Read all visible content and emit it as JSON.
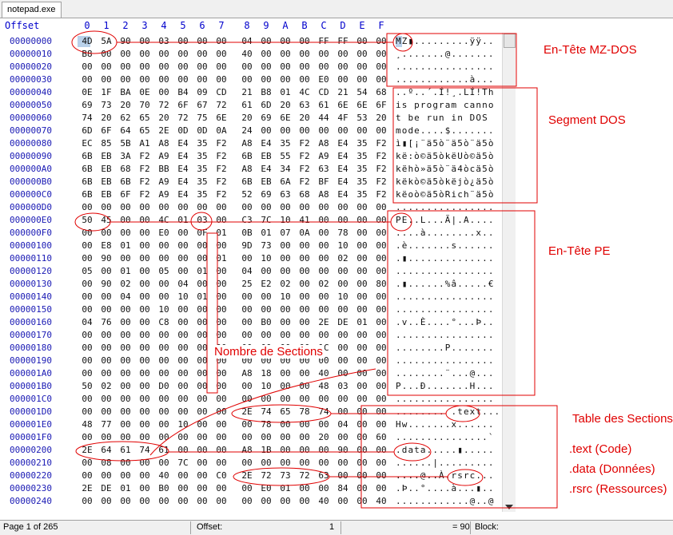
{
  "tab": {
    "title": "notepad.exe"
  },
  "header": {
    "offset_label": "Offset",
    "columns": [
      "0",
      "1",
      "2",
      "3",
      "4",
      "5",
      "6",
      "7",
      "8",
      "9",
      "A",
      "B",
      "C",
      "D",
      "E",
      "F"
    ]
  },
  "rows": [
    {
      "offset": "00000000",
      "hex": [
        "4D",
        "5A",
        "90",
        "00",
        "03",
        "00",
        "00",
        "00",
        "04",
        "00",
        "00",
        "00",
        "FF",
        "FF",
        "00",
        "00"
      ],
      "ascii": "MZ▮.........ÿÿ.."
    },
    {
      "offset": "00000010",
      "hex": [
        "B8",
        "00",
        "00",
        "00",
        "00",
        "00",
        "00",
        "00",
        "40",
        "00",
        "00",
        "00",
        "00",
        "00",
        "00",
        "00"
      ],
      "ascii": "¸.......@......."
    },
    {
      "offset": "00000020",
      "hex": [
        "00",
        "00",
        "00",
        "00",
        "00",
        "00",
        "00",
        "00",
        "00",
        "00",
        "00",
        "00",
        "00",
        "00",
        "00",
        "00"
      ],
      "ascii": "................"
    },
    {
      "offset": "00000030",
      "hex": [
        "00",
        "00",
        "00",
        "00",
        "00",
        "00",
        "00",
        "00",
        "00",
        "00",
        "00",
        "00",
        "E0",
        "00",
        "00",
        "00"
      ],
      "ascii": "............à..."
    },
    {
      "offset": "00000040",
      "hex": [
        "0E",
        "1F",
        "BA",
        "0E",
        "00",
        "B4",
        "09",
        "CD",
        "21",
        "B8",
        "01",
        "4C",
        "CD",
        "21",
        "54",
        "68"
      ],
      "ascii": "..º..´.Í!¸.LÍ!Th"
    },
    {
      "offset": "00000050",
      "hex": [
        "69",
        "73",
        "20",
        "70",
        "72",
        "6F",
        "67",
        "72",
        "61",
        "6D",
        "20",
        "63",
        "61",
        "6E",
        "6E",
        "6F"
      ],
      "ascii": "is program canno"
    },
    {
      "offset": "00000060",
      "hex": [
        "74",
        "20",
        "62",
        "65",
        "20",
        "72",
        "75",
        "6E",
        "20",
        "69",
        "6E",
        "20",
        "44",
        "4F",
        "53",
        "20"
      ],
      "ascii": "t be run in DOS "
    },
    {
      "offset": "00000070",
      "hex": [
        "6D",
        "6F",
        "64",
        "65",
        "2E",
        "0D",
        "0D",
        "0A",
        "24",
        "00",
        "00",
        "00",
        "00",
        "00",
        "00",
        "00"
      ],
      "ascii": "mode....$......."
    },
    {
      "offset": "00000080",
      "hex": [
        "EC",
        "85",
        "5B",
        "A1",
        "A8",
        "E4",
        "35",
        "F2",
        "A8",
        "E4",
        "35",
        "F2",
        "A8",
        "E4",
        "35",
        "F2"
      ],
      "ascii": "ì▮[¡¨ä5ò¨ä5ò¨ä5ò"
    },
    {
      "offset": "00000090",
      "hex": [
        "6B",
        "EB",
        "3A",
        "F2",
        "A9",
        "E4",
        "35",
        "F2",
        "6B",
        "EB",
        "55",
        "F2",
        "A9",
        "E4",
        "35",
        "F2"
      ],
      "ascii": "kë:ò©ä5òkëUò©ä5ò"
    },
    {
      "offset": "000000A0",
      "hex": [
        "6B",
        "EB",
        "68",
        "F2",
        "BB",
        "E4",
        "35",
        "F2",
        "A8",
        "E4",
        "34",
        "F2",
        "63",
        "E4",
        "35",
        "F2"
      ],
      "ascii": "këhò»ä5ò¨ä4òcä5ò"
    },
    {
      "offset": "000000B0",
      "hex": [
        "6B",
        "EB",
        "6B",
        "F2",
        "A9",
        "E4",
        "35",
        "F2",
        "6B",
        "EB",
        "6A",
        "F2",
        "BF",
        "E4",
        "35",
        "F2"
      ],
      "ascii": "këkò©ä5òkëjò¿ä5ò"
    },
    {
      "offset": "000000C0",
      "hex": [
        "6B",
        "EB",
        "6F",
        "F2",
        "A9",
        "E4",
        "35",
        "F2",
        "52",
        "69",
        "63",
        "68",
        "A8",
        "E4",
        "35",
        "F2"
      ],
      "ascii": "këoò©ä5òRich¨ä5ò"
    },
    {
      "offset": "000000D0",
      "hex": [
        "00",
        "00",
        "00",
        "00",
        "00",
        "00",
        "00",
        "00",
        "00",
        "00",
        "00",
        "00",
        "00",
        "00",
        "00",
        "00"
      ],
      "ascii": "................"
    },
    {
      "offset": "000000E0",
      "hex": [
        "50",
        "45",
        "00",
        "00",
        "4C",
        "01",
        "03",
        "00",
        "C3",
        "7C",
        "10",
        "41",
        "00",
        "00",
        "00",
        "00"
      ],
      "ascii": "PE..L...Ã|.A...."
    },
    {
      "offset": "000000F0",
      "hex": [
        "00",
        "00",
        "00",
        "00",
        "E0",
        "00",
        "0F",
        "01",
        "0B",
        "01",
        "07",
        "0A",
        "00",
        "78",
        "00",
        "00"
      ],
      "ascii": "....à........x.."
    },
    {
      "offset": "00000100",
      "hex": [
        "00",
        "E8",
        "01",
        "00",
        "00",
        "00",
        "00",
        "00",
        "9D",
        "73",
        "00",
        "00",
        "00",
        "10",
        "00",
        "00"
      ],
      "ascii": ".è.......s......"
    },
    {
      "offset": "00000110",
      "hex": [
        "00",
        "90",
        "00",
        "00",
        "00",
        "00",
        "00",
        "01",
        "00",
        "10",
        "00",
        "00",
        "00",
        "02",
        "00",
        "00"
      ],
      "ascii": ".▮.............."
    },
    {
      "offset": "00000120",
      "hex": [
        "05",
        "00",
        "01",
        "00",
        "05",
        "00",
        "01",
        "00",
        "04",
        "00",
        "00",
        "00",
        "00",
        "00",
        "00",
        "00"
      ],
      "ascii": "................"
    },
    {
      "offset": "00000130",
      "hex": [
        "00",
        "90",
        "02",
        "00",
        "00",
        "04",
        "00",
        "00",
        "25",
        "E2",
        "02",
        "00",
        "02",
        "00",
        "00",
        "80"
      ],
      "ascii": ".▮......%â.....€"
    },
    {
      "offset": "00000140",
      "hex": [
        "00",
        "00",
        "04",
        "00",
        "00",
        "10",
        "01",
        "00",
        "00",
        "00",
        "10",
        "00",
        "00",
        "10",
        "00",
        "00"
      ],
      "ascii": "................"
    },
    {
      "offset": "00000150",
      "hex": [
        "00",
        "00",
        "00",
        "00",
        "10",
        "00",
        "00",
        "00",
        "00",
        "00",
        "00",
        "00",
        "00",
        "00",
        "00",
        "00"
      ],
      "ascii": "................"
    },
    {
      "offset": "00000160",
      "hex": [
        "04",
        "76",
        "00",
        "00",
        "C8",
        "00",
        "00",
        "00",
        "00",
        "B0",
        "00",
        "00",
        "2E",
        "DE",
        "01",
        "00"
      ],
      "ascii": ".v..È....°...Þ.."
    },
    {
      "offset": "00000170",
      "hex": [
        "00",
        "00",
        "00",
        "00",
        "00",
        "00",
        "00",
        "00",
        "00",
        "00",
        "00",
        "00",
        "00",
        "00",
        "00",
        "00"
      ],
      "ascii": "................"
    },
    {
      "offset": "00000180",
      "hex": [
        "00",
        "00",
        "00",
        "00",
        "00",
        "00",
        "00",
        "00",
        "00",
        "00",
        "00",
        "00",
        "1C",
        "00",
        "00",
        "00"
      ],
      "ascii": "........P......."
    },
    {
      "offset": "00000190",
      "hex": [
        "00",
        "00",
        "00",
        "00",
        "00",
        "00",
        "00",
        "00",
        "00",
        "00",
        "00",
        "00",
        "00",
        "00",
        "00",
        "00"
      ],
      "ascii": "................"
    },
    {
      "offset": "000001A0",
      "hex": [
        "00",
        "00",
        "00",
        "00",
        "00",
        "00",
        "00",
        "00",
        "A8",
        "18",
        "00",
        "00",
        "40",
        "00",
        "00",
        "00"
      ],
      "ascii": "........¨...@..."
    },
    {
      "offset": "000001B0",
      "hex": [
        "50",
        "02",
        "00",
        "00",
        "D0",
        "00",
        "00",
        "00",
        "00",
        "10",
        "00",
        "00",
        "48",
        "03",
        "00",
        "00"
      ],
      "ascii": "P...Ð.......H..."
    },
    {
      "offset": "000001C0",
      "hex": [
        "00",
        "00",
        "00",
        "00",
        "00",
        "00",
        "00",
        "00",
        "00",
        "00",
        "00",
        "00",
        "00",
        "00",
        "00",
        "00"
      ],
      "ascii": "................"
    },
    {
      "offset": "000001D0",
      "hex": [
        "00",
        "00",
        "00",
        "00",
        "00",
        "00",
        "00",
        "00",
        "2E",
        "74",
        "65",
        "78",
        "74",
        "00",
        "00",
        "00"
      ],
      "ascii": "........ .text..."
    },
    {
      "offset": "000001E0",
      "hex": [
        "48",
        "77",
        "00",
        "00",
        "00",
        "10",
        "00",
        "00",
        "00",
        "78",
        "00",
        "00",
        "00",
        "04",
        "00",
        "00"
      ],
      "ascii": "Hw.......x......"
    },
    {
      "offset": "000001F0",
      "hex": [
        "00",
        "00",
        "00",
        "00",
        "00",
        "00",
        "00",
        "00",
        "00",
        "00",
        "00",
        "00",
        "20",
        "00",
        "00",
        "60"
      ],
      "ascii": "...............`"
    },
    {
      "offset": "00000200",
      "hex": [
        "2E",
        "64",
        "61",
        "74",
        "61",
        "00",
        "00",
        "00",
        "A8",
        "1B",
        "00",
        "00",
        "00",
        "90",
        "00",
        "00"
      ],
      "ascii": ".data.....▮....."
    },
    {
      "offset": "00000210",
      "hex": [
        "00",
        "08",
        "00",
        "00",
        "00",
        "7C",
        "00",
        "00",
        "00",
        "00",
        "00",
        "00",
        "00",
        "00",
        "00",
        "00"
      ],
      "ascii": "......|........."
    },
    {
      "offset": "00000220",
      "hex": [
        "00",
        "00",
        "00",
        "00",
        "40",
        "00",
        "00",
        "C0",
        "2E",
        "72",
        "73",
        "72",
        "63",
        "00",
        "00",
        "00"
      ],
      "ascii": "....@..À.rsrc..."
    },
    {
      "offset": "00000230",
      "hex": [
        "2E",
        "DE",
        "01",
        "00",
        "B0",
        "00",
        "00",
        "00",
        "00",
        "E0",
        "01",
        "00",
        "00",
        "84",
        "00",
        "00"
      ],
      "ascii": ".Þ..°....à...▮.."
    },
    {
      "offset": "00000240",
      "hex": [
        "00",
        "00",
        "00",
        "00",
        "00",
        "00",
        "00",
        "00",
        "00",
        "00",
        "00",
        "00",
        "40",
        "00",
        "00",
        "40"
      ],
      "ascii": "............@..@"
    }
  ],
  "annotations": {
    "mz_header": "En-Tête MZ-DOS",
    "dos_segment": "Segment DOS",
    "pe_header": "En-Tête PE",
    "section_count": "Nombre de Sections",
    "section_table": "Table des Sections",
    "text_section": ".text (Code)",
    "data_section": ".data (Données)",
    "rsrc_section": ".rsrc (Ressources)"
  },
  "status": {
    "page": "Page 1 of 265",
    "offset_label": "Offset:",
    "offset_value": "1",
    "value": "= 90",
    "block_label": "Block:"
  },
  "colors": {
    "annotation": "#e00000",
    "offset_text": "#1a1ab4",
    "selection": "#b9d1ea"
  }
}
